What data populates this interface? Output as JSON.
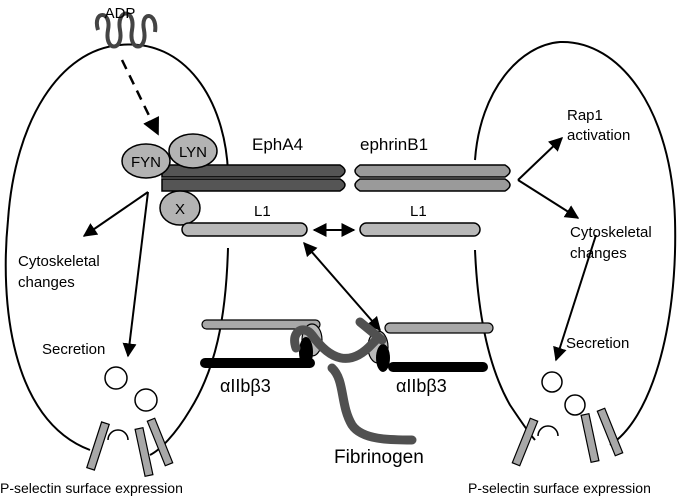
{
  "labels": {
    "adp": "ADP",
    "fyn": "FYN",
    "lyn": "LYN",
    "x": "X",
    "epha4": "EphA4",
    "ephrinb1": "ephrinB1",
    "l1_left": "L1",
    "l1_right": "L1",
    "rap1_line1": "Rap1",
    "rap1_line2": "activation",
    "cyto_left_line1": "Cytoskeletal",
    "cyto_left_line2": "changes",
    "cyto_right_line1": "Cytoskeletal",
    "cyto_right_line2": "changes",
    "secretion_left": "Secretion",
    "secretion_right": "Secretion",
    "integrin_left": "αIIbβ3",
    "integrin_right": "αIIbβ3",
    "fibrinogen": "Fibrinogen",
    "pselectin_left": "P-selectin surface expression",
    "pselectin_right": "P-selectin surface expression"
  },
  "colors": {
    "epha4_bar": "#555555",
    "ephrin_bar": "#9a9a9a",
    "l1_bar": "#b8b8b8",
    "kinase_fill": "#b3b3b3",
    "fibrinogen": "#505050",
    "integrin_beta": "#000000",
    "integrin_alpha": "#a8a8a8"
  }
}
